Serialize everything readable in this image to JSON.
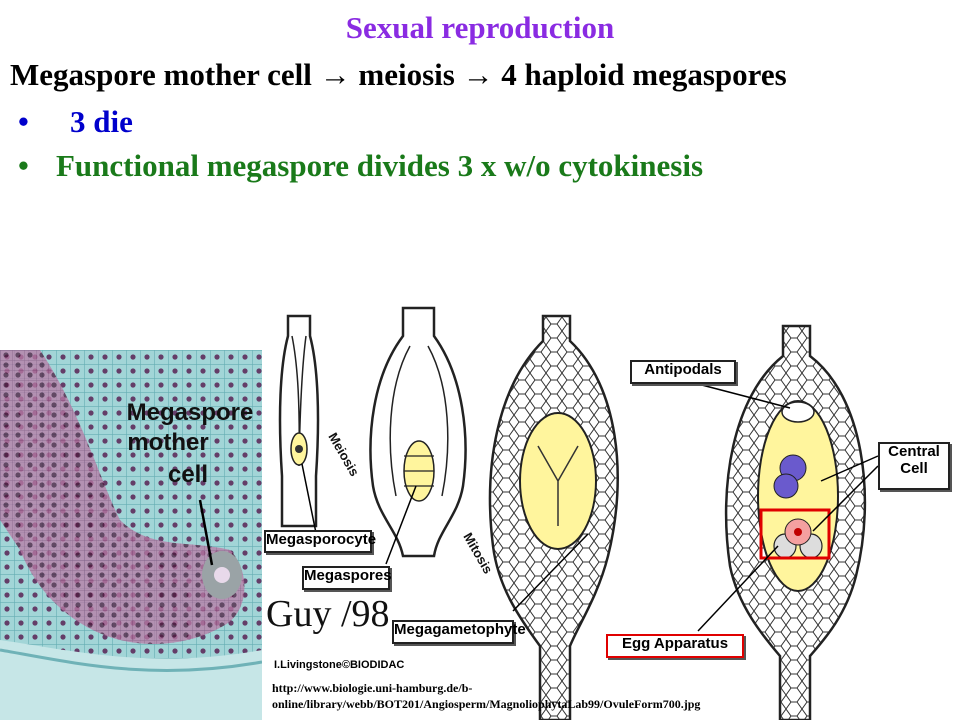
{
  "title": "Sexual reproduction",
  "line1": "Megaspore mother cell → meiosis → 4 haploid megaspores",
  "bullets": [
    {
      "marker": "•",
      "text": "3 die"
    },
    {
      "marker": "•",
      "text": "Functional megaspore divides 3 x w/o cytokinesis"
    }
  ],
  "micrograph": {
    "label_line1": "Megaspore",
    "label_line2": "mother",
    "label_line3": "cell"
  },
  "diagram": {
    "labels": {
      "megasporocyte": "Megasporocyte",
      "megaspores": "Megaspores",
      "megagametophyte": "Megagametophyte",
      "antipodals": "Antipodals",
      "central_cell_1": "Central",
      "central_cell_2": "Cell",
      "egg_apparatus": "Egg Apparatus",
      "meiosis": "Meiosis",
      "mitosis": "Mitosis"
    },
    "signature": "Guy /98",
    "credit": "I.Livingstone©BIODIDAC"
  },
  "source_url_line1": "http://www.biologie.uni-hamburg.de/b-",
  "source_url_line2": "online/library/webb/BOT201/Angiosperm/MagnoliophytaLab99/OvuleForm700.jpg",
  "colors": {
    "title": "#8a2be2",
    "bullet1": "#0000cc",
    "bullet2": "#1a7a1a",
    "egg_box": "#e00000",
    "cytoplasm": "#fff59d",
    "nuclei": "#6a5acd"
  }
}
